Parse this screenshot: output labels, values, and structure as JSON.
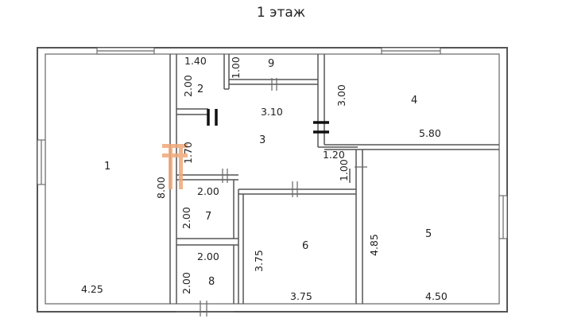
{
  "floor_title": "1 этаж",
  "rooms": {
    "r1": {
      "number": "1",
      "width": "4.25",
      "length": "8.00"
    },
    "r2": {
      "number": "2",
      "width": "1.40",
      "length": "2.00"
    },
    "r3": {
      "number": "3",
      "width": "3.10",
      "length": "1.70"
    },
    "r4": {
      "number": "4",
      "width": "5.80",
      "length": "3.00"
    },
    "r5": {
      "number": "5",
      "width": "4.50",
      "length": "4.85"
    },
    "r6": {
      "number": "6",
      "width": "3.75",
      "length": "3.75"
    },
    "r7": {
      "number": "7",
      "width": "2.00",
      "length": "2.00"
    },
    "r8": {
      "number": "8",
      "width": "2.00",
      "length": "2.00"
    },
    "r9": {
      "number": "9",
      "length": "1.00"
    },
    "corridor": {
      "width": "1.20",
      "length": "1.00"
    }
  },
  "colors": {
    "wall": "#555555",
    "logo": "#f0a878"
  }
}
